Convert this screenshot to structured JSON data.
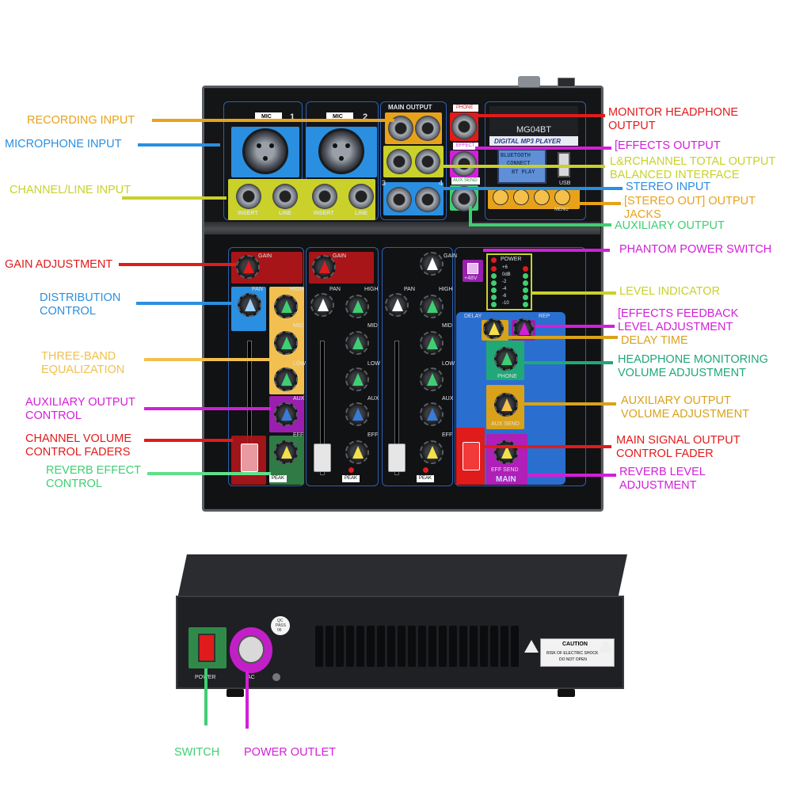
{
  "colors": {
    "red": "#e01b1b",
    "orange": "#e8a21a",
    "blue": "#2a8fe0",
    "yellow_green": "#c9d12a",
    "magenta": "#d21fd8",
    "green": "#3fcf72",
    "teal": "#20a877",
    "light_orange": "#f1c050",
    "mint": "#5ee08a",
    "gold": "#d9a21a"
  },
  "left_labels": {
    "recording_input": "RECORDING INPUT",
    "microphone_input": "MICROPHONE INPUT",
    "channel_line_input": "CHANNEL/LINE INPUT",
    "gain_adjustment": "GAIN ADJUSTMENT",
    "distribution_control": "DISTRIBUTION\nCONTROL",
    "three_band_eq": "THREE-BAND\nEQUALIZATION",
    "aux_output_control": "AUXILIARY OUTPUT\nCONTROL",
    "channel_volume_faders": "CHANNEL VOLUME\nCONTROL FADERS",
    "reverb_effect_control": "REVERB EFFECT\nCONTROL"
  },
  "right_labels": {
    "monitor_headphone_output": "MONITOR HEADPHONE\nOUTPUT",
    "effects_output": "[EFFECTS OUTPUT",
    "lr_total_output": "L&RCHANNEL TOTAL OUTPUT\nBALANCED INTERFACE",
    "stereo_input": "STEREO INPUT",
    "stereo_out_jacks": "[STEREO OUT] OUTPUT\nJACKS",
    "auxiliary_output": "AUXILIARY OUTPUT",
    "phantom_power_switch": "PHANTOM POWER SWITCH",
    "level_indicator": "LEVEL INDICATOR",
    "effects_feedback": "[EFFECTS FEEDBACK\nLEVEL ADJUSTMENT",
    "delay_time": "DELAY TIME",
    "headphone_monitoring": "HEADPHONE MONITORING\nVOLUME ADJUSTMENT",
    "aux_output_volume": "AUXILIARY OUTPUT\nVOLUME ADJUSTMENT",
    "main_signal_fader": "MAIN SIGNAL OUTPUT\nCONTROL FADER",
    "reverb_level": "REVERB LEVEL\nADJUSTMENT"
  },
  "bottom_labels": {
    "switch": "SWITCH",
    "power_outlet": "POWER OUTLET"
  },
  "device": {
    "mic1": "MIC",
    "mic1_num": "1",
    "mic2": "MIC",
    "mic2_num": "2",
    "main_output": "MAIN OUTPUT",
    "phone": "PHONE",
    "effect": "EFFECT",
    "aux_send": "AUX SEND",
    "model": "MG04BT",
    "player": "DIGITAL MP3 PLAYER",
    "screen_line1": "BLUETOOTH",
    "screen_line2": "CONNECT",
    "screen_line3": "BT PLAY",
    "usb": "USB",
    "menu": "MENU",
    "insert": "INSERT",
    "line": "LINE",
    "ch3": "3",
    "ch4": "4",
    "gain": "GAIN",
    "pan": "PAN",
    "high": "HIGH",
    "mid": "MID",
    "low": "LOW",
    "aux": "AUX",
    "eff": "EFF",
    "peak": "PEAK",
    "plus48v": "+48V",
    "power": "POWER",
    "meter_levels": [
      "+6",
      "0dB",
      "-2",
      "-4",
      "-6",
      "-10"
    ],
    "delay": "DELAY",
    "rep": "REP",
    "phone_knob": "PHONE",
    "aux_send_knob": "AUX SEND",
    "eff_send_knob": "EFF SEND",
    "main": "MAIN",
    "rear_power": "POWER",
    "rear_ac": "AC",
    "caution_title": "CAUTION",
    "caution_line1": "RISK OF ELECTRIC SHOCK",
    "caution_line2": "DO NOT OPEN",
    "qc_line1": "QC",
    "qc_line2": "PASS",
    "qc_line3": "06"
  }
}
